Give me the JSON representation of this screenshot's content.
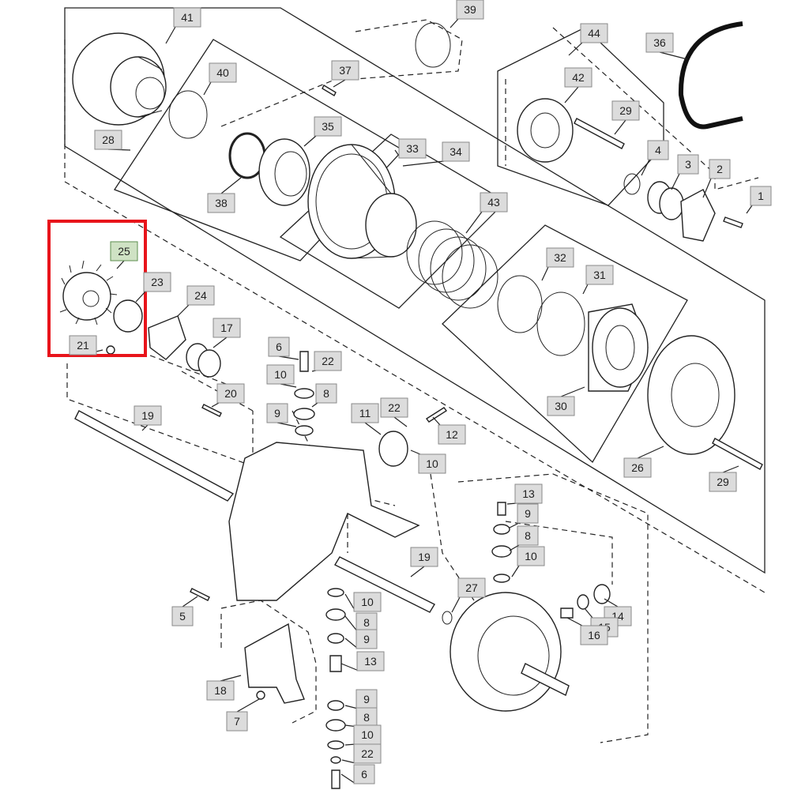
{
  "diagram": {
    "highlight_color": "#e8141b",
    "highlighted_callout": "25",
    "callouts": [
      "41",
      "39",
      "40",
      "37",
      "35",
      "44",
      "42",
      "36",
      "29",
      "28",
      "33",
      "34",
      "38",
      "4",
      "3",
      "2",
      "1",
      "43",
      "25",
      "23",
      "24",
      "17",
      "32",
      "31",
      "6",
      "22",
      "10",
      "8",
      "21",
      "20",
      "19",
      "9",
      "11",
      "22",
      "12",
      "10",
      "30",
      "26",
      "29",
      "13",
      "9",
      "8",
      "19",
      "10",
      "27",
      "10",
      "14",
      "15",
      "16",
      "5",
      "8",
      "9",
      "13",
      "18",
      "7",
      "9",
      "8",
      "10",
      "22",
      "6"
    ]
  }
}
